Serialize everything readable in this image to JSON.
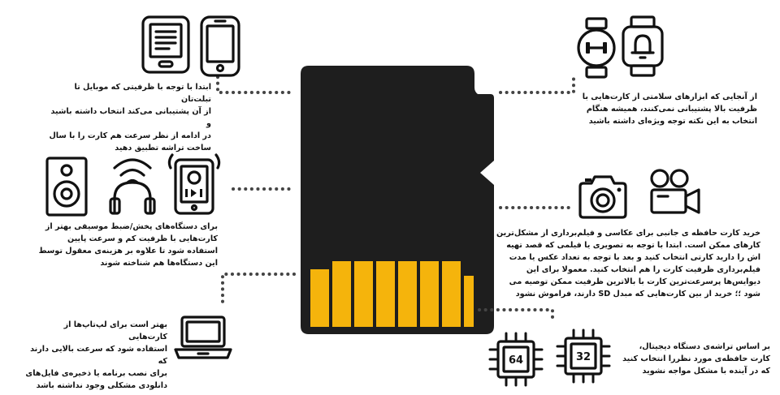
{
  "colors": {
    "card": "#1e1e1e",
    "contacts": "#f5b40c",
    "ink": "#111111",
    "dots": "#444444"
  },
  "captions": {
    "phones": "ابتدا با توجه با ظرفیتی که موبایل تا تبلت‌تان\nاز آن پشتیبانی می‌کند انتخاب داشته باشید و\nدر ادامه از نظر سرعت هم کارت را با سال\nساخت تراشه تطبیق دهید",
    "wearables": "از آنجایی که ابزارهای سلامتی از کارت‌هایی با\nظرفیت بالا پشتیبانی نمی‌کنند، همیشه هنگام\nانتخاب به این نکته توجه ویژه‌ای داشته باشید",
    "music": "برای دستگاه‌های پخش/ضبط موسیقی بهتر از\nکارت‌هایی با ظرفیت کم و سرعت پایین\nاستفاده شود تا علاوه بر هزینه‌ی معقول توسط\nاین دستگاه‌ها هم شناخته شوند",
    "camera": "خرید کارت حافظه ی جانبی برای عکاسی و فیلم‌برداری از مشکل‌ترین\nکارهای ممکن است. ابتدا با توجه به تصویری یا فیلمی که قصد تهیه\nاش را دارید کارتی انتخاب کنید و بعد با توجه به تعداد عکس یا مدت\nفیلم‌برداری ظرفیت کارت را هم انتخاب کنید. معمولا برای این\nدیوایس‌ها پرسرعت‌ترین کارت با بالاترین ظرفیت ممکن توصیه می\nشود ؛؛ خرید از بین کارت‌هایی که مبدل SD دارند، فراموش نشود",
    "laptop": "بهتر است برای لپ‌تاپ‌ها از کارت‌هایی\nاستفاده شود که سرعت بالایی دارند که\nبرای نصب برنامه یا ذخیره‌ی فایل‌های\nدانلودی مشکلی وجود نداشته باشد",
    "chips": "بر اساس تراشه‌ی دستگاه دیجیتال،\nکارت حافظه‌ی مورد نظررا انتخاب کنید\nکه در آینده با مشکل مواجه نشوید"
  },
  "chip_labels": {
    "left": "64",
    "right": "32"
  },
  "icons": [
    "ebook-reader-icon",
    "smartphone-icon",
    "dumbbell-watch-icon",
    "bell-watch-icon",
    "speaker-icon",
    "headphones-icon",
    "media-player-icon",
    "photo-camera-icon",
    "video-camera-icon",
    "laptop-icon",
    "chip-icon"
  ]
}
